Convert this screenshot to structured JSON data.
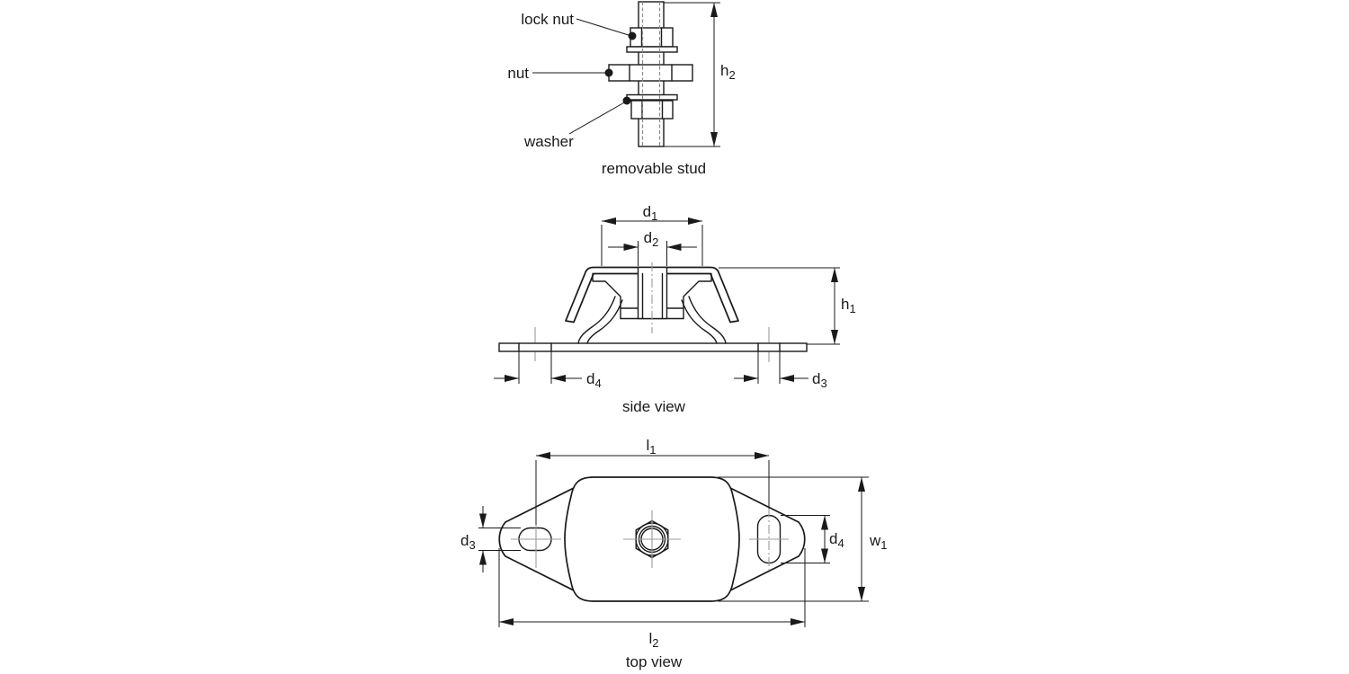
{
  "stud_detail": {
    "caption": "removable stud",
    "labels": {
      "lock_nut": "lock nut",
      "nut": "nut",
      "washer": "washer"
    },
    "dims": {
      "h2": {
        "base": "h",
        "sub": "2"
      }
    }
  },
  "side_view": {
    "caption": "side view",
    "dims": {
      "d1": {
        "base": "d",
        "sub": "1"
      },
      "d2": {
        "base": "d",
        "sub": "2"
      },
      "h1": {
        "base": "h",
        "sub": "1"
      },
      "d4": {
        "base": "d",
        "sub": "4"
      },
      "d3": {
        "base": "d",
        "sub": "3"
      }
    }
  },
  "top_view": {
    "caption": "top view",
    "dims": {
      "l1": {
        "base": "l",
        "sub": "1"
      },
      "d3": {
        "base": "d",
        "sub": "3"
      },
      "d4": {
        "base": "d",
        "sub": "4"
      },
      "w1": {
        "base": "w",
        "sub": "1"
      },
      "l2": {
        "base": "l",
        "sub": "2"
      }
    }
  },
  "colors": {
    "line": "#1a1a1a",
    "centerline": "#9b9b9b",
    "background": "#ffffff"
  }
}
